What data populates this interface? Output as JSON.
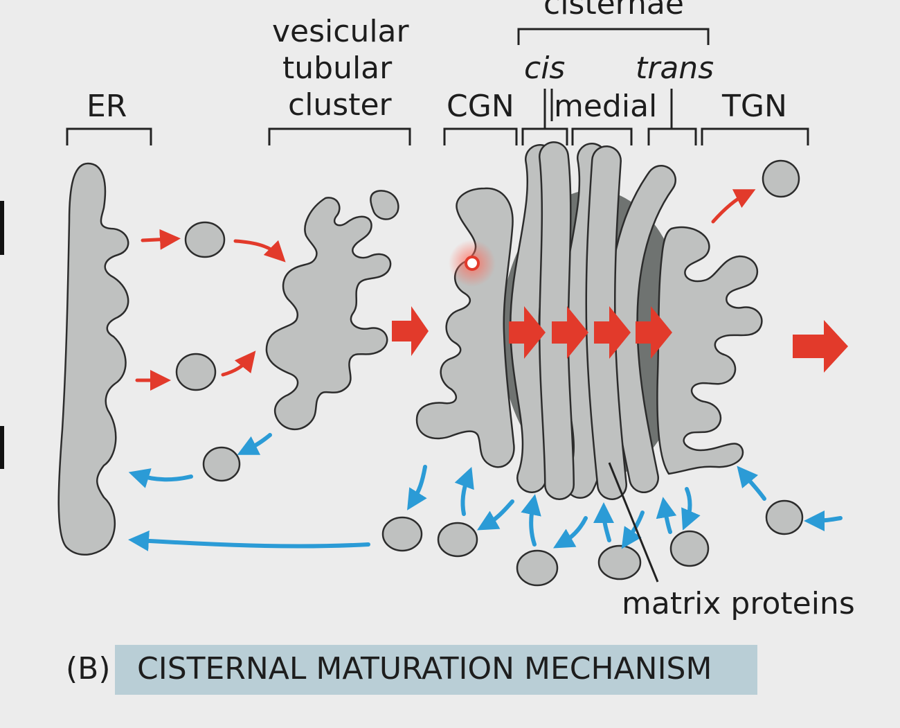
{
  "labels": {
    "er": "ER",
    "vtc_line1": "vesicular",
    "vtc_line2": "tubular",
    "vtc_line3": "cluster",
    "cisternae": "cisternae",
    "cis": "cis",
    "trans": "trans",
    "medial": "medial",
    "cgn": "CGN",
    "tgn": "TGN",
    "matrix": "matrix proteins"
  },
  "caption": {
    "letter": "(B)",
    "title": "CISTERNAL MATURATION MECHANISM"
  },
  "colors": {
    "background": "#ececec",
    "membrane": "#bfc1c0",
    "matrix": "#6f7371",
    "forward_arrow": "#e23a2b",
    "retrograde_arrow": "#2b9bd6",
    "caption_band": "#b9ced6"
  }
}
